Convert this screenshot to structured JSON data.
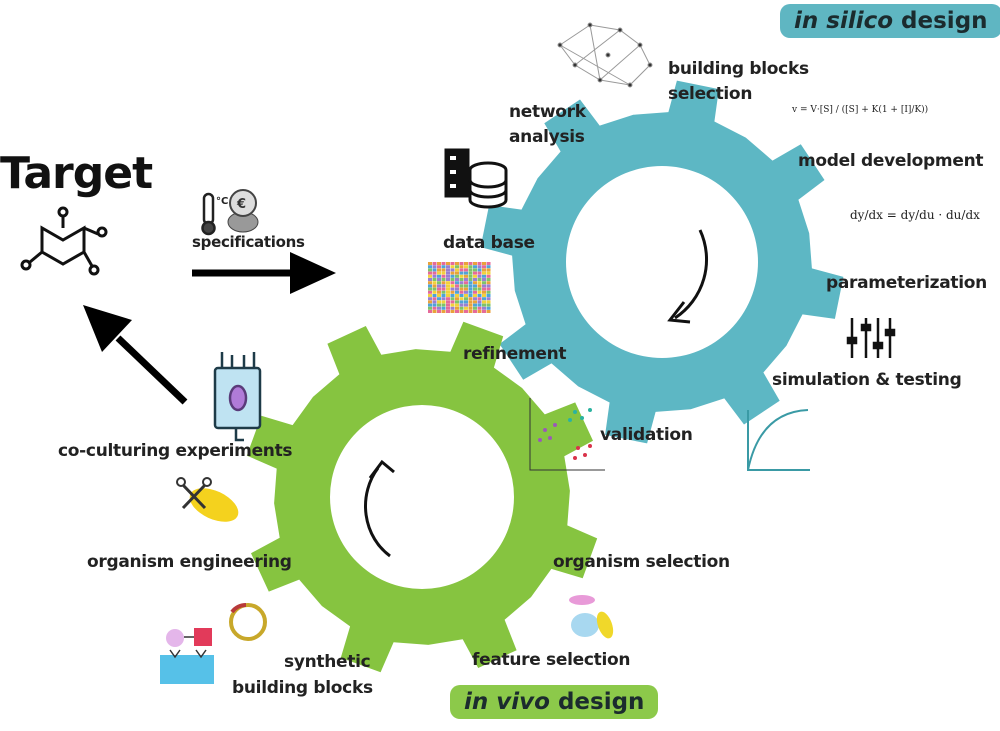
{
  "title": "Target",
  "colors": {
    "silico": "#5db7c4",
    "vivo": "#86c440",
    "badge_silico": "#5fb6c2",
    "badge_vivo": "#8cc94a"
  },
  "badges": {
    "silico": {
      "italic": "in silico",
      "rest": " design"
    },
    "vivo": {
      "italic": "in vivo",
      "rest": " design"
    }
  },
  "labels": {
    "specifications": "specifications",
    "building_blocks_1": "building blocks",
    "building_blocks_2": "selection",
    "network_1": "network",
    "network_2": "analysis",
    "model_development": "model  development",
    "data_base": "data base",
    "parameterization": "parameterization",
    "refinement": "refinement",
    "simulation": "simulation & testing",
    "validation": "validation",
    "co_culturing": "co-culturing experiments",
    "organism_engineering": "organism engineering",
    "organism_selection": "organism selection",
    "synthetic_1": "synthetic",
    "synthetic_2": "building blocks",
    "feature_selection": "feature selection"
  },
  "equations": {
    "chain_rule": "dy/dx = dy/du · du/dx",
    "kinetics": "v = V·[S] / ([S] + K(1 + [I]/K))"
  },
  "icons": [
    "molecule-icon",
    "thermometer-icon",
    "euro-coins-icon",
    "database-icon",
    "network-icon",
    "sequence-alignment-icon",
    "sliders-icon",
    "saturation-curve-icon",
    "scatter-plot-icon",
    "bioreactor-icon",
    "bacterium-scissors-icon",
    "plasmid-icon",
    "building-blocks-icon",
    "microbes-icon"
  ]
}
